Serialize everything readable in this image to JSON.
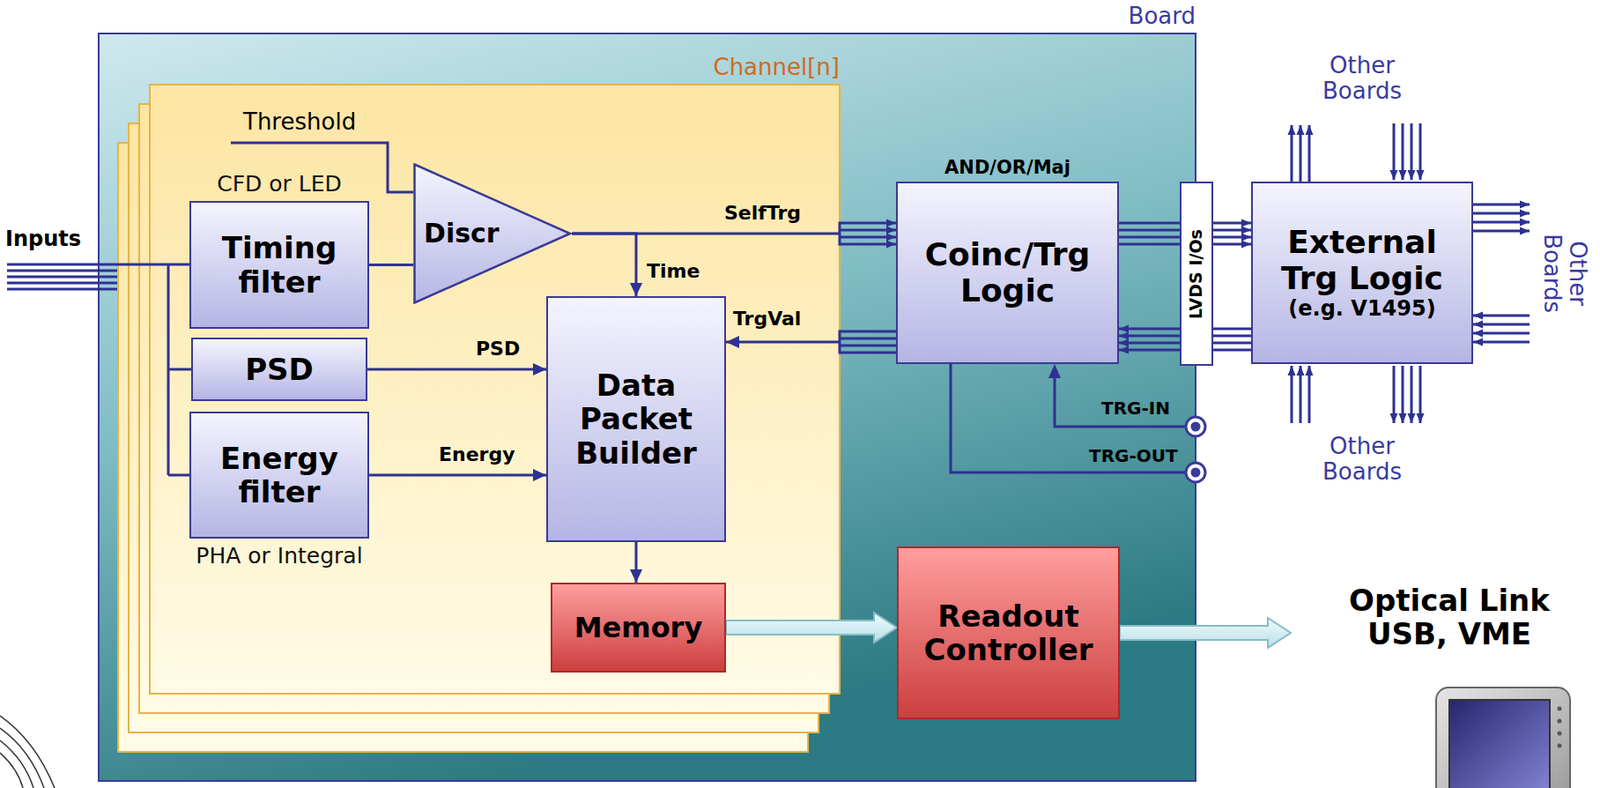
{
  "diagram": {
    "nodes": [
      {
        "text": [
          "Board"
        ]
      },
      {
        "text": [
          "Channel[n]"
        ],
        "in": 0
      },
      {
        "text": [
          "CFD or LED",
          "Timing filter"
        ],
        "in": 1
      },
      {
        "text": [
          "Discr"
        ],
        "in": 1
      },
      {
        "text": [
          "PSD"
        ],
        "in": 1
      },
      {
        "text": [
          "Energy filter",
          "PHA or Integral"
        ],
        "in": 1
      },
      {
        "text": [
          "Data Packet Builder"
        ],
        "in": 1
      },
      {
        "text": [
          "Memory"
        ],
        "in": 1
      },
      {
        "text": [
          "AND/OR/Maj",
          "Coinc/Trg Logic"
        ],
        "in": 0
      },
      {
        "text": [
          "LVDS I/Os"
        ],
        "in": 0
      },
      {
        "text": [
          "External Trg Logic",
          "(e.g. V1495)"
        ]
      },
      {
        "text": [
          "Readout Controller"
        ],
        "in": 0
      }
    ],
    "edges": [
      {
        "from": 2,
        "to": 3,
        "arrow": "none"
      },
      {
        "from": 3,
        "to": 8,
        "label": "SelfTrg",
        "arrow": "to"
      },
      {
        "from": 3,
        "to": 6,
        "label": "Time",
        "arrow": "to"
      },
      {
        "from": 8,
        "to": 6,
        "label": "TrgVal",
        "arrow": "to"
      },
      {
        "from": 4,
        "to": 6,
        "label": "PSD",
        "arrow": "to"
      },
      {
        "from": 5,
        "to": 6,
        "label": "Energy",
        "arrow": "to"
      },
      {
        "from": 6,
        "to": 7,
        "arrow": "to"
      },
      {
        "from": 7,
        "to": 11,
        "arrow": "to"
      },
      {
        "from": 8,
        "to": 9,
        "arrow": "none"
      },
      {
        "from": 9,
        "to": 10,
        "arrow": "to"
      },
      {
        "from": 10,
        "to": 9,
        "arrow": "none"
      },
      {
        "from": 9,
        "to": 8,
        "arrow": "to"
      }
    ],
    "labels": [
      "Inputs",
      "Threshold",
      "TRG-IN",
      "TRG-OUT",
      "Other Boards",
      "Other Boards",
      "Other Boards",
      "Optical Link USB, VME"
    ]
  }
}
